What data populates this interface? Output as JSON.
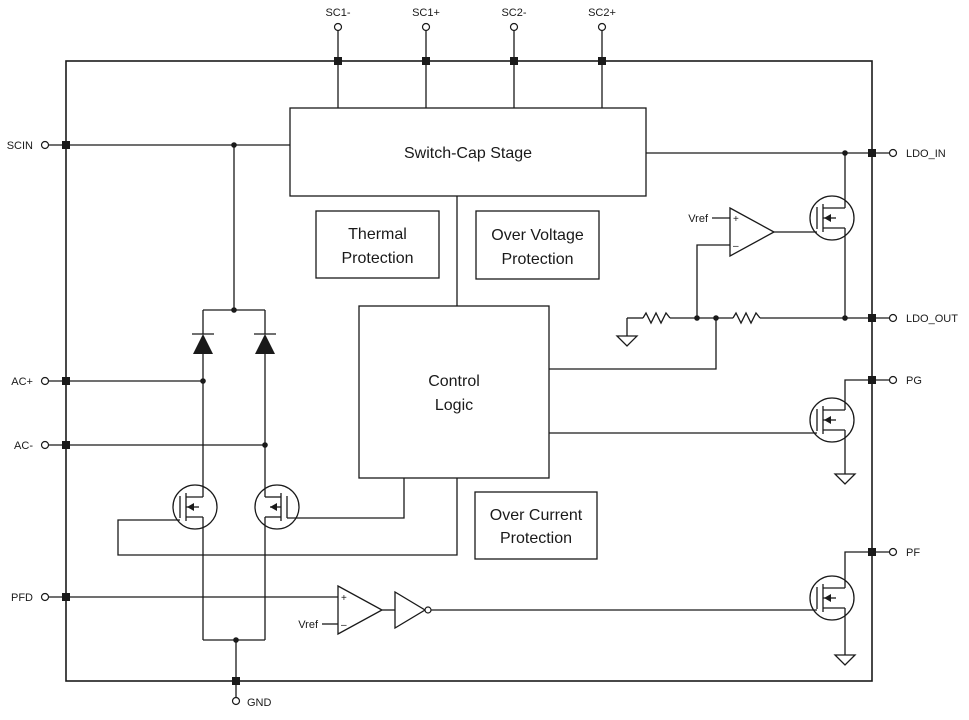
{
  "pins": {
    "sc1_minus": "SC1-",
    "sc1_plus": "SC1+",
    "sc2_minus": "SC2-",
    "sc2_plus": "SC2+",
    "scin": "SCIN",
    "ac_plus": "AC+",
    "ac_minus": "AC-",
    "pfd": "PFD",
    "gnd": "GND",
    "ldo_in": "LDO_IN",
    "ldo_out": "LDO_OUT",
    "pg": "PG",
    "pf": "PF"
  },
  "blocks": {
    "switch_cap": [
      "Switch-Cap Stage"
    ],
    "thermal": [
      "Thermal",
      "Protection"
    ],
    "over_voltage": [
      "Over Voltage",
      "Protection"
    ],
    "control_logic": [
      "Control",
      "Logic"
    ],
    "over_current": [
      "Over Current",
      "Protection"
    ]
  },
  "labels": {
    "vref_ldo": "Vref",
    "vref_pfd": "Vref",
    "plus": "+",
    "minus": "–"
  },
  "icons": {
    "opamp": "opamp-icon",
    "nmos": "nmos-transistor-icon",
    "diode": "diode-icon",
    "resistor": "resistor-icon",
    "ground": "ground-icon",
    "inverter": "inverter-icon"
  }
}
